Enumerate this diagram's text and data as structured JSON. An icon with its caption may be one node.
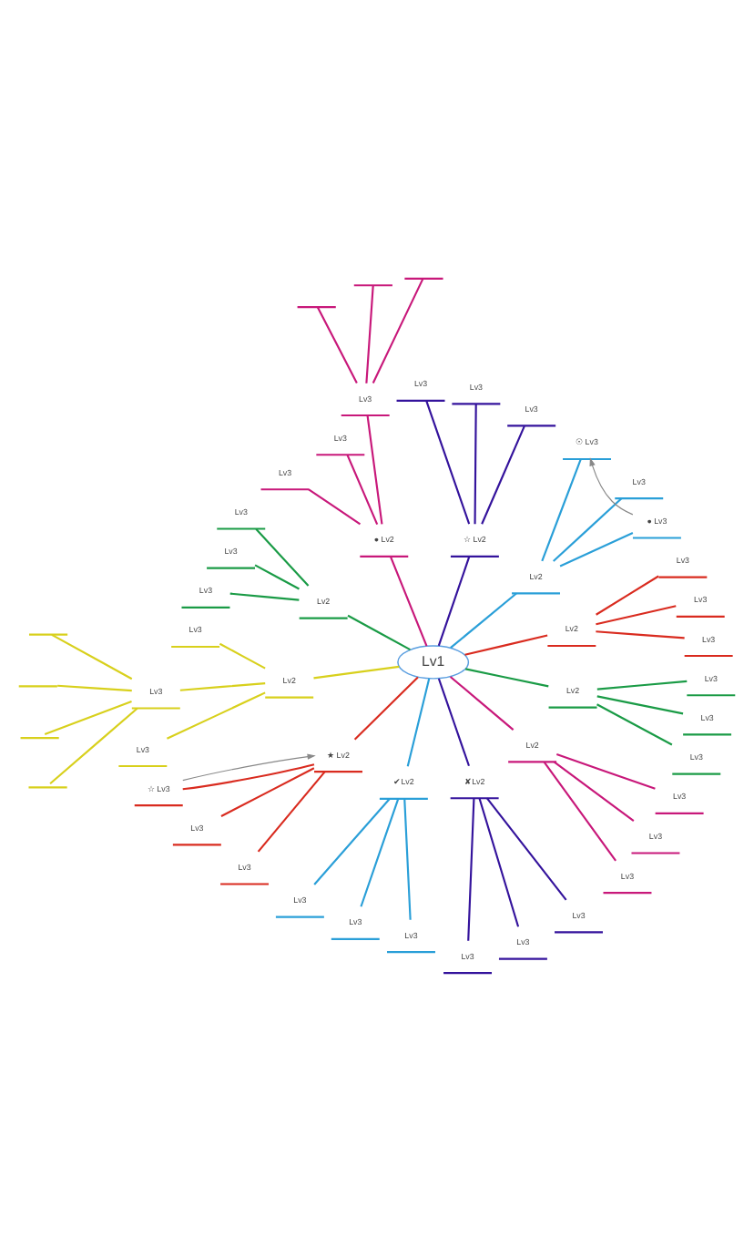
{
  "diagram": {
    "nodes": [
      {
        "text": [
          "Lv1"
        ]
      },
      {
        "text": [
          "Lv2"
        ]
      },
      {
        "text": [
          "Lv3"
        ]
      },
      {
        "text": [
          "Lv3"
        ]
      },
      {
        "text": [
          "Lv3"
        ]
      },
      {
        "text": [
          "Lv2"
        ]
      },
      {
        "text": [
          "● Lv3"
        ]
      },
      {
        "text": [
          "Lv3"
        ]
      },
      {
        "text": [
          "☉ Lv3"
        ]
      },
      {
        "text": [
          "☆ Lv2"
        ]
      },
      {
        "text": [
          "Lv3"
        ]
      },
      {
        "text": [
          "Lv3"
        ]
      },
      {
        "text": [
          "Lv3"
        ]
      },
      {
        "text": [
          "● Lv2"
        ]
      },
      {
        "text": [
          "Lv3"
        ]
      },
      {
        "text": [],
        "shape": "line"
      },
      {
        "text": [],
        "shape": "line"
      },
      {
        "text": [],
        "shape": "line"
      },
      {
        "text": [
          "Lv3"
        ]
      },
      {
        "text": [
          "Lv3"
        ]
      },
      {
        "text": [
          "Lv2"
        ]
      },
      {
        "text": [
          "Lv3"
        ]
      },
      {
        "text": [
          "Lv3"
        ]
      },
      {
        "text": [
          "Lv3"
        ]
      },
      {
        "text": [
          "Lv2"
        ]
      },
      {
        "text": [
          "Lv3"
        ]
      },
      {
        "text": [
          "Lv3"
        ]
      },
      {
        "text": [],
        "shape": "line"
      },
      {
        "text": [],
        "shape": "line"
      },
      {
        "text": [],
        "shape": "line"
      },
      {
        "text": [],
        "shape": "line"
      },
      {
        "text": [
          "Lv3"
        ]
      },
      {
        "text": [
          "★ Lv2"
        ]
      },
      {
        "text": [
          "☆ Lv3"
        ]
      },
      {
        "text": [
          "Lv3"
        ]
      },
      {
        "text": [
          "Lv3"
        ]
      },
      {
        "text": [
          "✔ Lv2"
        ]
      },
      {
        "text": [
          "Lv3"
        ]
      },
      {
        "text": [
          "Lv3"
        ]
      },
      {
        "text": [
          "Lv3"
        ]
      },
      {
        "text": [
          "✘ Lv2"
        ]
      },
      {
        "text": [
          "Lv3"
        ]
      },
      {
        "text": [
          "Lv3"
        ]
      },
      {
        "text": [
          "Lv3"
        ]
      },
      {
        "text": [
          "Lv2"
        ]
      },
      {
        "text": [
          "Lv3"
        ]
      },
      {
        "text": [
          "Lv3"
        ]
      },
      {
        "text": [
          "Lv3"
        ]
      },
      {
        "text": [
          "Lv2"
        ]
      },
      {
        "text": [
          "Lv3"
        ]
      },
      {
        "text": [
          "Lv3"
        ]
      },
      {
        "text": [
          "Lv3"
        ]
      }
    ],
    "edges": [
      {
        "from": 0,
        "to": 1,
        "arrow": "none",
        "color": "#d92b1f"
      },
      {
        "from": 1,
        "to": 2,
        "arrow": "none",
        "color": "#d92b1f"
      },
      {
        "from": 1,
        "to": 3,
        "arrow": "none",
        "color": "#d92b1f"
      },
      {
        "from": 1,
        "to": 4,
        "arrow": "none",
        "color": "#d92b1f"
      },
      {
        "from": 0,
        "to": 5,
        "arrow": "none",
        "color": "#2a9fd8"
      },
      {
        "from": 5,
        "to": 6,
        "arrow": "none",
        "color": "#2a9fd8"
      },
      {
        "from": 5,
        "to": 7,
        "arrow": "none",
        "color": "#2a9fd8"
      },
      {
        "from": 5,
        "to": 8,
        "arrow": "none",
        "color": "#2a9fd8"
      },
      {
        "from": 6,
        "to": 8,
        "arrow": "to",
        "color": "#888888"
      },
      {
        "from": 0,
        "to": 9,
        "arrow": "none",
        "color": "#34139c"
      },
      {
        "from": 9,
        "to": 10,
        "arrow": "none",
        "color": "#34139c"
      },
      {
        "from": 9,
        "to": 11,
        "arrow": "none",
        "color": "#34139c"
      },
      {
        "from": 9,
        "to": 12,
        "arrow": "none",
        "color": "#34139c"
      },
      {
        "from": 0,
        "to": 13,
        "arrow": "none",
        "color": "#c8187a"
      },
      {
        "from": 13,
        "to": 14,
        "arrow": "none",
        "color": "#c8187a"
      },
      {
        "from": 14,
        "to": 15,
        "arrow": "none",
        "color": "#c8187a"
      },
      {
        "from": 14,
        "to": 16,
        "arrow": "none",
        "color": "#c8187a"
      },
      {
        "from": 14,
        "to": 17,
        "arrow": "none",
        "color": "#c8187a"
      },
      {
        "from": 13,
        "to": 18,
        "arrow": "none",
        "color": "#c8187a"
      },
      {
        "from": 13,
        "to": 19,
        "arrow": "none",
        "color": "#c8187a"
      },
      {
        "from": 0,
        "to": 20,
        "arrow": "none",
        "color": "#1a9b46"
      },
      {
        "from": 20,
        "to": 21,
        "arrow": "none",
        "color": "#1a9b46"
      },
      {
        "from": 20,
        "to": 22,
        "arrow": "none",
        "color": "#1a9b46"
      },
      {
        "from": 20,
        "to": 23,
        "arrow": "none",
        "color": "#1a9b46"
      },
      {
        "from": 0,
        "to": 24,
        "arrow": "none",
        "color": "#d8d01c"
      },
      {
        "from": 24,
        "to": 25,
        "arrow": "none",
        "color": "#d8d01c"
      },
      {
        "from": 24,
        "to": 26,
        "arrow": "none",
        "color": "#d8d01c"
      },
      {
        "from": 26,
        "to": 27,
        "arrow": "none",
        "color": "#d8d01c"
      },
      {
        "from": 26,
        "to": 28,
        "arrow": "none",
        "color": "#d8d01c"
      },
      {
        "from": 26,
        "to": 29,
        "arrow": "none",
        "color": "#d8d01c"
      },
      {
        "from": 26,
        "to": 30,
        "arrow": "none",
        "color": "#d8d01c"
      },
      {
        "from": 24,
        "to": 31,
        "arrow": "none",
        "color": "#d8d01c"
      },
      {
        "from": 0,
        "to": 32,
        "arrow": "none",
        "color": "#d92b1f"
      },
      {
        "from": 32,
        "to": 33,
        "arrow": "none",
        "color": "#d92b1f"
      },
      {
        "from": 32,
        "to": 34,
        "arrow": "none",
        "color": "#d92b1f"
      },
      {
        "from": 32,
        "to": 35,
        "arrow": "none",
        "color": "#d92b1f"
      },
      {
        "from": 33,
        "to": 32,
        "arrow": "to",
        "color": "#888888"
      },
      {
        "from": 0,
        "to": 36,
        "arrow": "none",
        "color": "#2a9fd8"
      },
      {
        "from": 36,
        "to": 37,
        "arrow": "none",
        "color": "#2a9fd8"
      },
      {
        "from": 36,
        "to": 38,
        "arrow": "none",
        "color": "#2a9fd8"
      },
      {
        "from": 36,
        "to": 39,
        "arrow": "none",
        "color": "#2a9fd8"
      },
      {
        "from": 0,
        "to": 40,
        "arrow": "none",
        "color": "#34139c"
      },
      {
        "from": 40,
        "to": 41,
        "arrow": "none",
        "color": "#34139c"
      },
      {
        "from": 40,
        "to": 42,
        "arrow": "none",
        "color": "#34139c"
      },
      {
        "from": 40,
        "to": 43,
        "arrow": "none",
        "color": "#34139c"
      },
      {
        "from": 0,
        "to": 44,
        "arrow": "none",
        "color": "#c8187a"
      },
      {
        "from": 44,
        "to": 45,
        "arrow": "none",
        "color": "#c8187a"
      },
      {
        "from": 44,
        "to": 46,
        "arrow": "none",
        "color": "#c8187a"
      },
      {
        "from": 44,
        "to": 47,
        "arrow": "none",
        "color": "#c8187a"
      },
      {
        "from": 0,
        "to": 48,
        "arrow": "none",
        "color": "#1a9b46"
      },
      {
        "from": 48,
        "to": 49,
        "arrow": "none",
        "color": "#1a9b46"
      },
      {
        "from": 48,
        "to": 50,
        "arrow": "none",
        "color": "#1a9b46"
      },
      {
        "from": 48,
        "to": 51,
        "arrow": "none",
        "color": "#1a9b46"
      }
    ]
  }
}
